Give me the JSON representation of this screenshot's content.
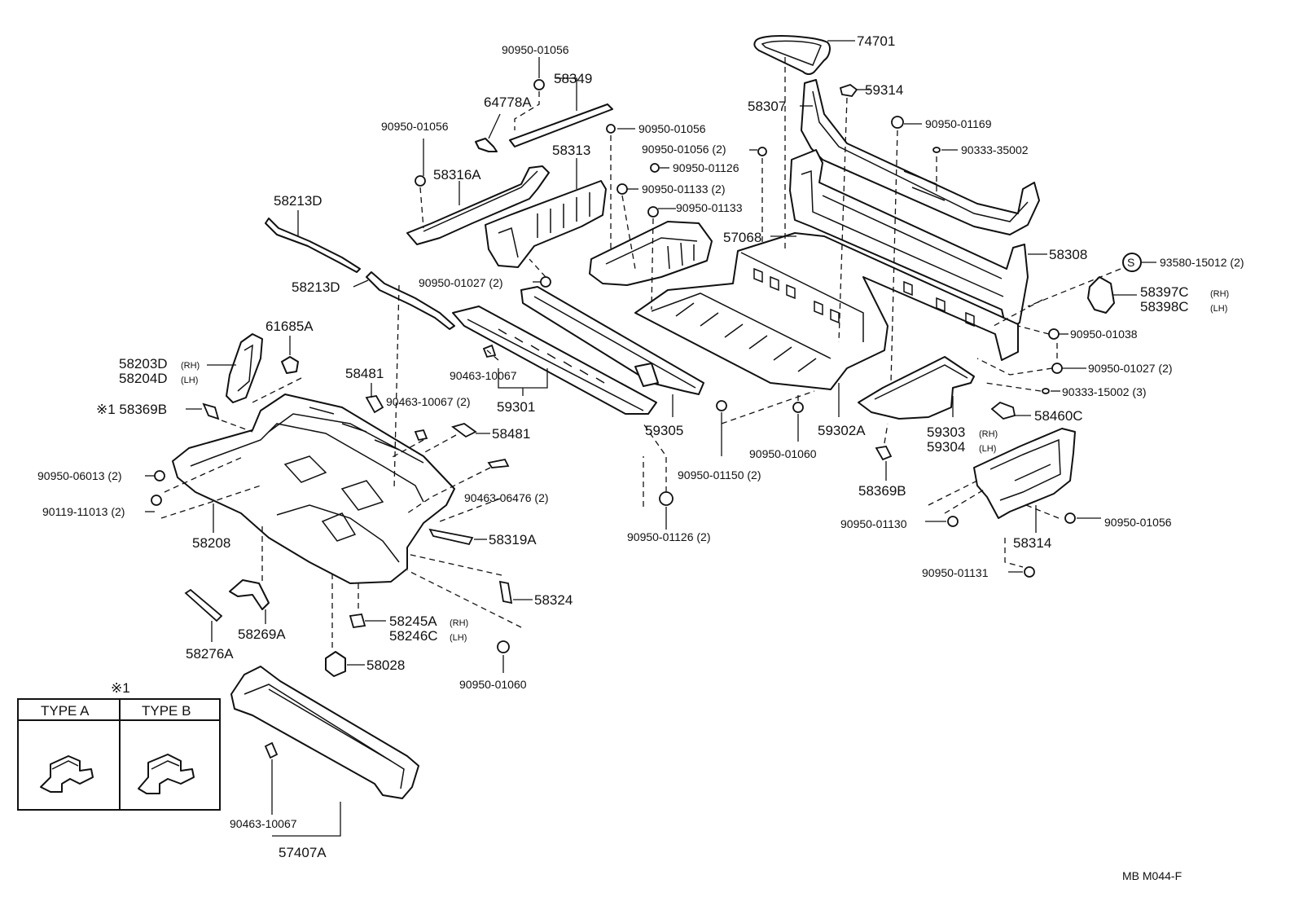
{
  "diagram": {
    "code": "MB  M044-F",
    "inset": {
      "mark": "※1",
      "type_a": "TYPE  A",
      "type_b": "TYPE  B"
    },
    "labels": {
      "p74701": "74701",
      "p59314": "59314",
      "p58307": "58307",
      "p90950_01169": "90950-01169",
      "p90333_35002": "90333-35002",
      "p90950_01056_top": "90950-01056",
      "p58349": "58349",
      "p64778A": "64778A",
      "p90950_01056_left": "90950-01056",
      "p90950_01056_mid": "90950-01056",
      "p90950_01056_2": "90950-01056 (2)",
      "p90950_01126": "90950-01126",
      "p90950_01133_2": "90950-01133 (2)",
      "p90950_01133": "90950-01133",
      "p58313": "58313",
      "p58316A": "58316A",
      "p58213D_a": "58213D",
      "p58213D_b": "58213D",
      "p90950_01027_2a": "90950-01027 (2)",
      "p57068": "57068",
      "p58308": "58308",
      "p93580": "93580-15012 (2)",
      "p58397C": "58397C",
      "p58398C": "58398C",
      "rh": "(RH)",
      "lh": "(LH)",
      "p90950_01038": "90950-01038",
      "p90950_01027_2b": "90950-01027 (2)",
      "p90333_15002": "90333-15002 (3)",
      "p58460C": "58460C",
      "p61685A": "61685A",
      "p58203D": "58203D",
      "p58204D": "58204D",
      "p58369B_ref": "※1 58369B",
      "p58481_a": "58481",
      "p90463_10067_a": "90463-10067",
      "p90463_10067_2": "90463-10067 (2)",
      "p59301": "59301",
      "p59305": "59305",
      "p59302A": "59302A",
      "p59303": "59303",
      "p59304": "59304",
      "p58481_b": "58481",
      "p90950_06013": "90950-06013 (2)",
      "p90119_11013": "90119-11013 (2)",
      "p58208": "58208",
      "p90463_06476": "90463-06476 (2)",
      "p90950_01060_a": "90950-01060",
      "p90950_01150": "90950-01150 (2)",
      "p58369B": "58369B",
      "p90950_01130": "90950-01130",
      "p58314": "58314",
      "p90950_01056_r": "90950-01056",
      "p58319A": "58319A",
      "p90950_01126_2": "90950-01126 (2)",
      "p90950_01131": "90950-01131",
      "p58324": "58324",
      "p58276A": "58276A",
      "p58269A": "58269A",
      "p58245A": "58245A",
      "p58246C": "58246C",
      "p58028": "58028",
      "p90950_01060_b": "90950-01060",
      "p90463_10067_b": "90463-10067",
      "p57407A": "57407A",
      "s_mark": "S"
    }
  }
}
